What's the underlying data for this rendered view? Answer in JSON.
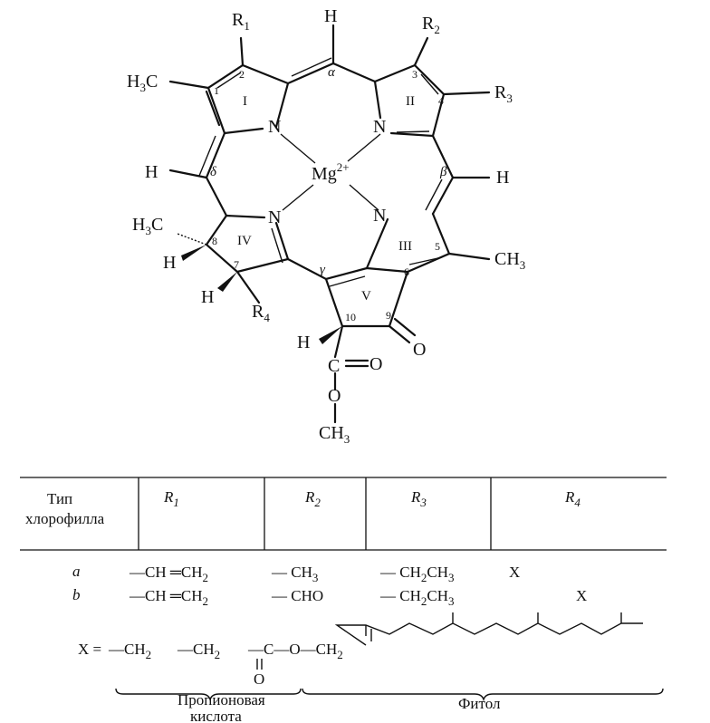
{
  "molecule": {
    "atoms": {
      "mg": "Mg",
      "mg_charge": "2+",
      "n": "N",
      "h": "H",
      "c": "C",
      "o": "O",
      "r1": "R",
      "r1_sub": "1",
      "r2": "R",
      "r2_sub": "2",
      "r3": "R",
      "r3_sub": "3",
      "r4": "R",
      "r4_sub": "4",
      "ch3_h": "H",
      "ch3_sub": "3",
      "ch3_c": "C",
      "ch3_right": "CH",
      "ch3_bottom": "CH"
    },
    "ring_labels": [
      "I",
      "II",
      "III",
      "IV",
      "V"
    ],
    "position_numbers": [
      "1",
      "2",
      "3",
      "4",
      "5",
      "6",
      "7",
      "8",
      "9",
      "10"
    ],
    "greek": {
      "alpha": "α",
      "beta": "β",
      "gamma": "γ",
      "delta": "δ"
    }
  },
  "table": {
    "type_header_line1": "Тип",
    "type_header_line2": "хлорофилла",
    "col_r1": "R",
    "col_r1_sub": "1",
    "col_r2": "R",
    "col_r2_sub": "2",
    "col_r3": "R",
    "col_r3_sub": "3",
    "col_r4": "R",
    "col_r4_sub": "4",
    "rows": [
      {
        "type": "a",
        "r1": "—CH ═CH",
        "r1_sub": "2",
        "r2": "— CH",
        "r2_sub": "3",
        "r3": "— CH",
        "r3_sub": "2",
        "r3_tail": "CH",
        "r3_tail_sub": "3",
        "r4": "X"
      },
      {
        "type": "b",
        "r1": "—CH ═CH",
        "r1_sub": "2",
        "r2": "— CHO",
        "r2_sub": "",
        "r3": "— CH",
        "r3_sub": "2",
        "r3_tail": "CH",
        "r3_tail_sub": "3",
        "r4": "X"
      }
    ]
  },
  "formula_x": {
    "x_eq": "X =",
    "part1": "—CH",
    "part1_sub": "2",
    "part2": "—CH",
    "part2_sub": "2",
    "part3": "—C—O—CH",
    "part3_sub": "2",
    "oxygen": "O",
    "propionic_line1": "Пропионовая",
    "propionic_line2": "кислота",
    "phytol": "Фитол"
  }
}
